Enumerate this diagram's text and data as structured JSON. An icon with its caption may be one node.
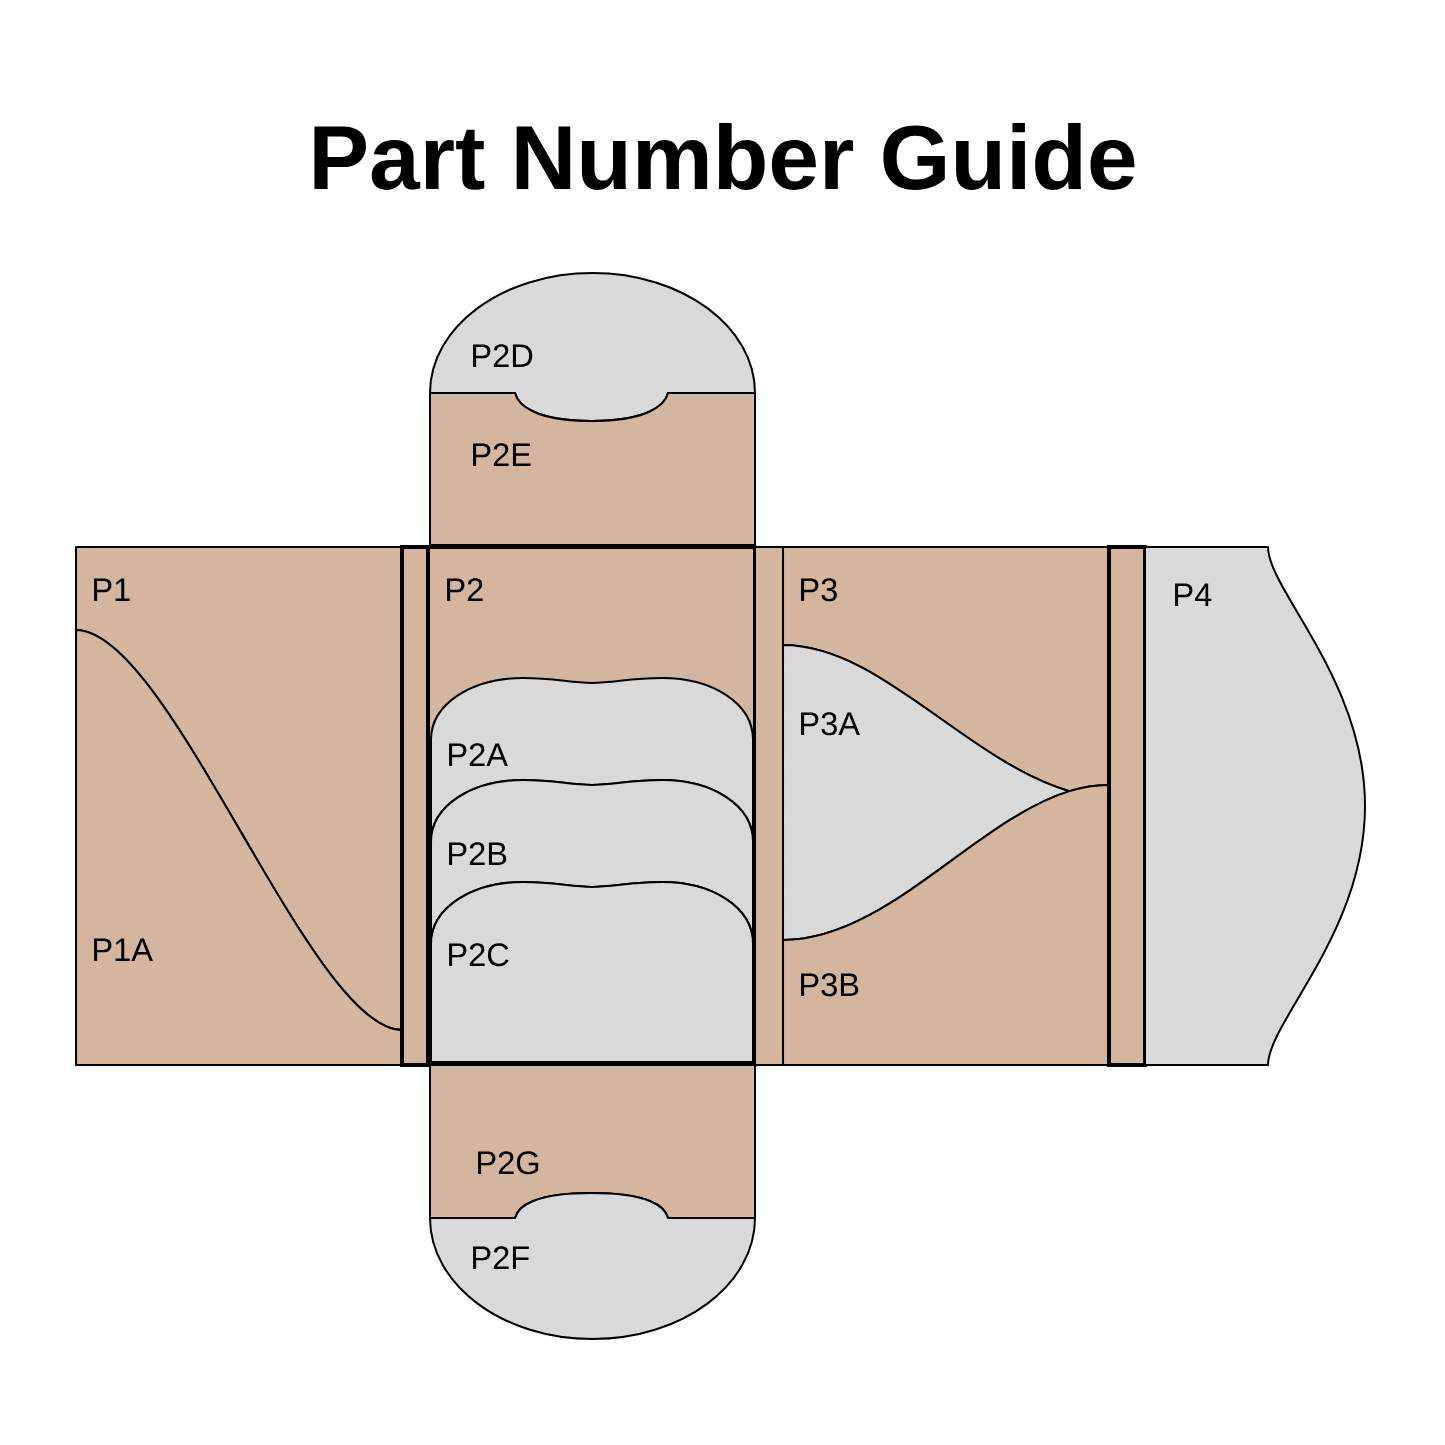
{
  "diagram": {
    "title": "Part Number Guide",
    "nodes": [
      {
        "text": [
          "P2D"
        ]
      },
      {
        "text": [
          "P2E"
        ]
      },
      {
        "text": [
          "P1"
        ]
      },
      {
        "text": [
          "P1A"
        ]
      },
      {
        "text": [],
        "shape": "bar"
      },
      {
        "text": [
          "P2"
        ]
      },
      {
        "text": [
          "P2A"
        ],
        "in": 5
      },
      {
        "text": [
          "P2B"
        ],
        "in": 5
      },
      {
        "text": [
          "P2C"
        ],
        "in": 5
      },
      {
        "text": [],
        "shape": "bar"
      },
      {
        "text": [
          "P3"
        ]
      },
      {
        "text": [
          "P3A"
        ]
      },
      {
        "text": [
          "P3B"
        ]
      },
      {
        "text": [],
        "shape": "bar"
      },
      {
        "text": [
          "P4"
        ]
      },
      {
        "text": [
          "P2G"
        ]
      },
      {
        "text": [
          "P2F"
        ]
      }
    ]
  }
}
